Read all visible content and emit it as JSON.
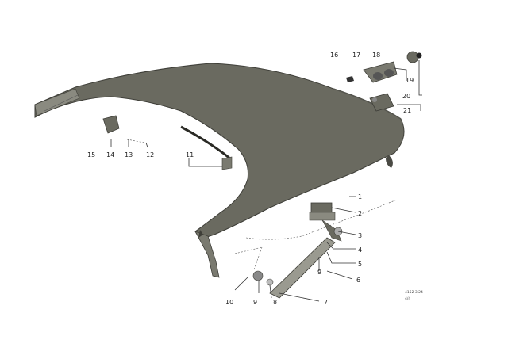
{
  "callouts": {
    "c1": "1",
    "c2": "2",
    "c3": "3",
    "c4": "4",
    "c5": "5",
    "c6": "6",
    "c7": "7",
    "c8": "8",
    "c9": "9",
    "c10": "10",
    "c11": "11",
    "c12": "12",
    "c13": "13",
    "c14": "14",
    "c15": "15",
    "c16": "16",
    "c17": "17",
    "c18": "18",
    "c19": "19",
    "c20": "20",
    "c21": "21"
  },
  "footer": {
    "drawing_number": "4152 3 24",
    "sheet": "4/4"
  },
  "colors": {
    "ink": "#333333",
    "part_fill": "#6a6a60",
    "part_edge": "#3e3e38"
  }
}
